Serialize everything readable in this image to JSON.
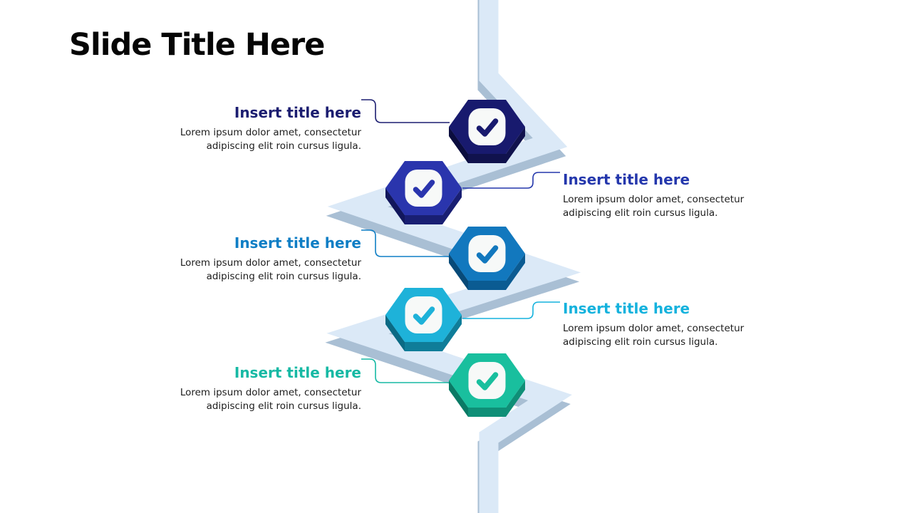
{
  "slide_title": "Slide Title Here",
  "items": [
    {
      "title": "Insert title here",
      "body": "Lorem ipsum dolor amet, consectetur adipiscing elit roin cursus ligula.",
      "color": "#1b1d70",
      "hex_fill": "#181a6e",
      "hex_side": "#10124d",
      "hex_side_dark": "#0b0d3e",
      "side": "left"
    },
    {
      "title": "Insert title here",
      "body": "Lorem ipsum dolor amet, consectetur adipiscing elit roin cursus ligula.",
      "color": "#2437ac",
      "hex_fill": "#2a35ad",
      "hex_side": "#191f73",
      "hex_side_dark": "#12175c",
      "side": "right"
    },
    {
      "title": "Insert title here",
      "body": "Lorem ipsum dolor amet, consectetur adipiscing elit roin cursus ligula.",
      "color": "#0f7ec5",
      "hex_fill": "#1278be",
      "hex_side": "#0b5b92",
      "hex_side_dark": "#084a78",
      "side": "left"
    },
    {
      "title": "Insert title here",
      "body": "Lorem ipsum dolor amet, consectetur adipiscing elit roin cursus ligula.",
      "color": "#14b2dd",
      "hex_fill": "#1eb2d9",
      "hex_side": "#0f7d99",
      "hex_side_dark": "#0b6a84",
      "side": "right"
    },
    {
      "title": "Insert title here",
      "body": "Lorem ipsum dolor amet, consectetur adipiscing elit roin cursus ligula.",
      "color": "#16b9a4",
      "hex_fill": "#19bf9e",
      "hex_side": "#0f8f77",
      "hex_side_dark": "#0a7a65",
      "side": "left"
    }
  ],
  "ribbon": {
    "fill": "#dbe9f7",
    "edge": "#a9bfd4"
  },
  "badge": {
    "fill": "#f7f9f8",
    "icon": "check"
  }
}
